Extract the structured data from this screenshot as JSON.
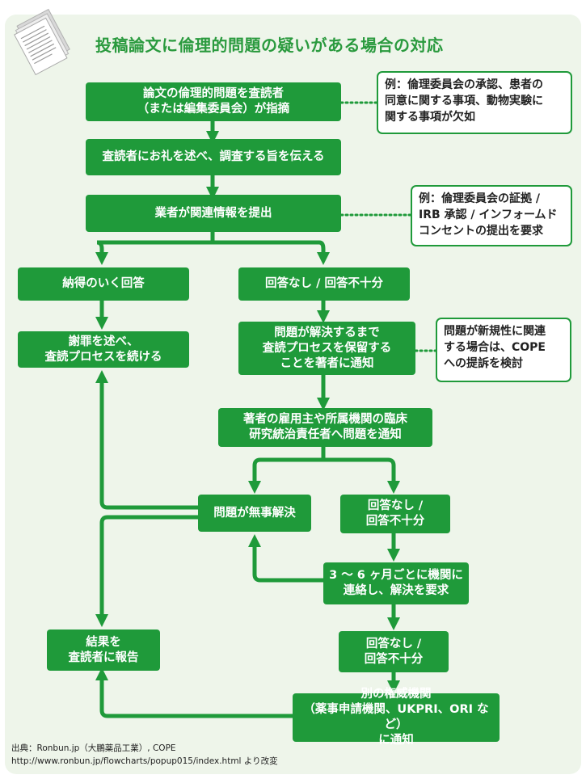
{
  "title": "投稿論文に倫理的問題の疑いがある場合の対応",
  "steps": {
    "s1": "論文の倫理的問題を査読者\n（または編集委員会）が指摘",
    "s2": "査読者にお礼を述べ、調査する旨を伝える",
    "s3": "業者が関連情報を提出",
    "left1": "納得のいく回答",
    "left2": "謝罪を述べ、\n査読プロセスを続ける",
    "right1": "回答なし / 回答不十分",
    "right2": "問題が解決するまで\n査読プロセスを保留する\nことを著者に通知",
    "s4": "著者の雇用主や所属機関の臨床\n研究統治責任者へ問題を通知",
    "resolved": "問題が無事解決",
    "noresp2": "回答なし /\n回答不十分",
    "contact": "3 〜 6 ヶ月ごとに機関に\n連絡し、解決を要求",
    "report": "結果を\n査読者に報告",
    "noresp3": "回答なし /\n回答不十分",
    "other": "別の権威機関\n（薬事申請機関、UKPRI、ORI など）\nに通知"
  },
  "notes": {
    "n1": "例：倫理委員会の承認、患者の\n同意に関する事項、動物実験に\n関する事項が欠如",
    "n2": "例：倫理委員会の証拠 /\nIRB 承認 / インフォームド\nコンセントの提出を要求",
    "n3": "問題が新規性に関連\nする場合は、COPE\nへの提訴を検討"
  },
  "source": {
    "line1": "出典：Ronbun.jp（大鵬薬品工業）, COPE",
    "line2": "http://www.ronbun.jp/flowcharts/popup015/index.html より改変"
  },
  "colors": {
    "green": "#1f9a3a",
    "title_green": "#2a9a3e",
    "panel_bg": "#eef5ea"
  },
  "icons": [
    "document-stack-icon"
  ]
}
